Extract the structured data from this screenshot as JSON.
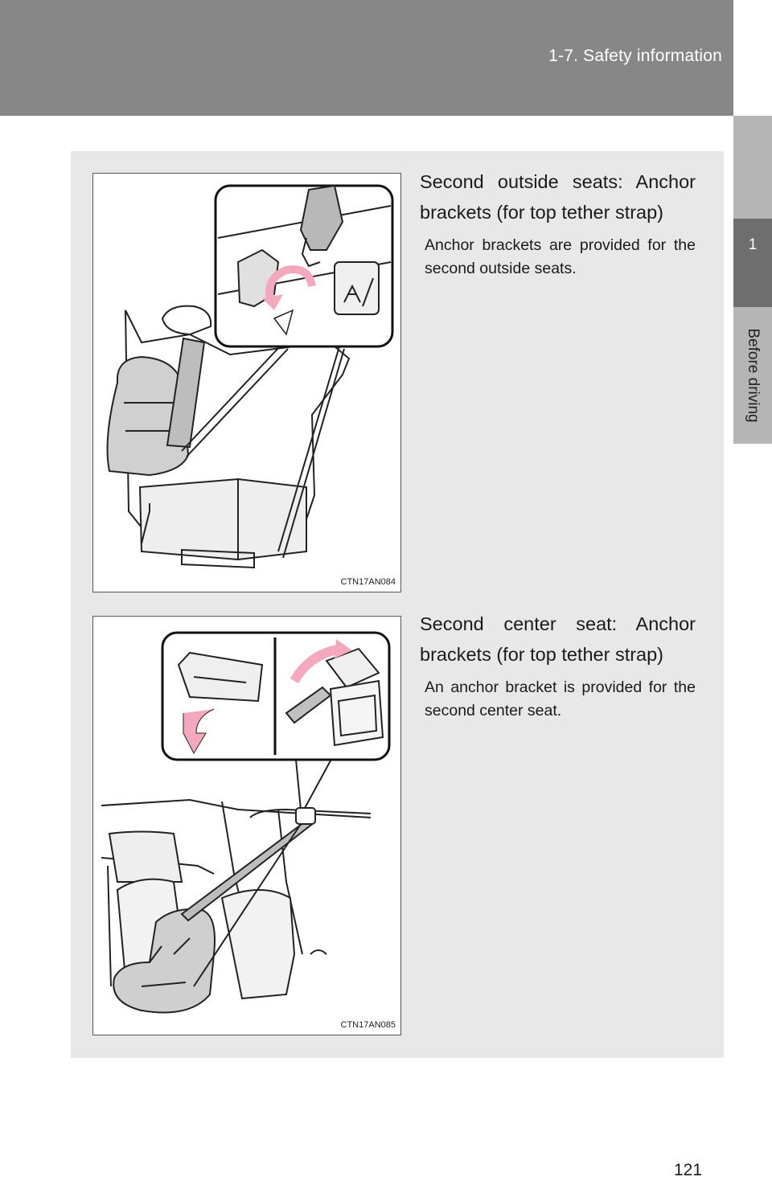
{
  "header": {
    "section_title": "1-7. Safety information"
  },
  "side_tab": {
    "chapter_number": "1",
    "chapter_label": "Before driving"
  },
  "sections": [
    {
      "title": "Second outside seats: Anchor brackets (for top tether strap)",
      "body": "Anchor brackets are provided for the second outside seats.",
      "figure_code": "CTN17AN084"
    },
    {
      "title": "Second center seat: Anchor brackets (for top tether strap)",
      "body": "An anchor bracket is provided for the second center seat.",
      "figure_code": "CTN17AN085"
    }
  ],
  "footer": {
    "page_number": "121"
  },
  "colors": {
    "header_bg": "#878787",
    "panel_bg": "#e8e8e8",
    "tab_dark": "#6e6e6e",
    "tab_light": "#b5b5b5",
    "arrow_pink": "#f4a8bd"
  }
}
